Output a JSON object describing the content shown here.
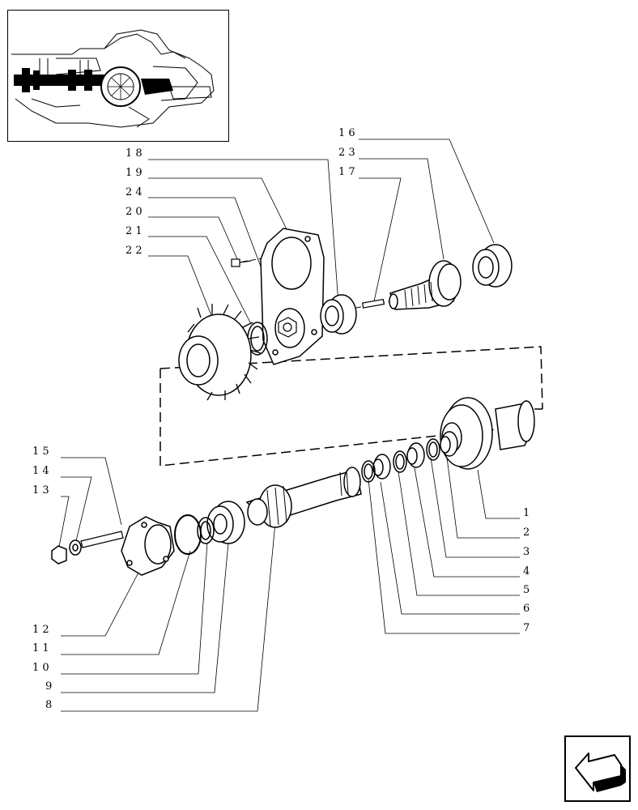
{
  "diagram": {
    "callouts": [
      {
        "id": "c16",
        "text": "1 6"
      },
      {
        "id": "c23",
        "text": "2 3"
      },
      {
        "id": "c17",
        "text": "1 7"
      },
      {
        "id": "c18",
        "text": "1 8"
      },
      {
        "id": "c19",
        "text": "1 9"
      },
      {
        "id": "c24",
        "text": "2 4"
      },
      {
        "id": "c20",
        "text": "2 0"
      },
      {
        "id": "c21",
        "text": "2 1"
      },
      {
        "id": "c22",
        "text": "2 2"
      },
      {
        "id": "c15",
        "text": "1 5"
      },
      {
        "id": "c14",
        "text": "1 4"
      },
      {
        "id": "c13",
        "text": "1 3"
      },
      {
        "id": "c12",
        "text": "1 2"
      },
      {
        "id": "c11",
        "text": "1 1"
      },
      {
        "id": "c10",
        "text": "1 0"
      },
      {
        "id": "c9",
        "text": "9"
      },
      {
        "id": "c8",
        "text": "8"
      },
      {
        "id": "c1",
        "text": "1"
      },
      {
        "id": "c2",
        "text": "2"
      },
      {
        "id": "c3",
        "text": "3"
      },
      {
        "id": "c4",
        "text": "4"
      },
      {
        "id": "c5",
        "text": "5"
      },
      {
        "id": "c6",
        "text": "6"
      },
      {
        "id": "c7",
        "text": "7"
      }
    ]
  },
  "thumbnail": {
    "icon": "tractor-transmission-overview"
  },
  "navigation": {
    "icon": "arrow-back-icon"
  }
}
